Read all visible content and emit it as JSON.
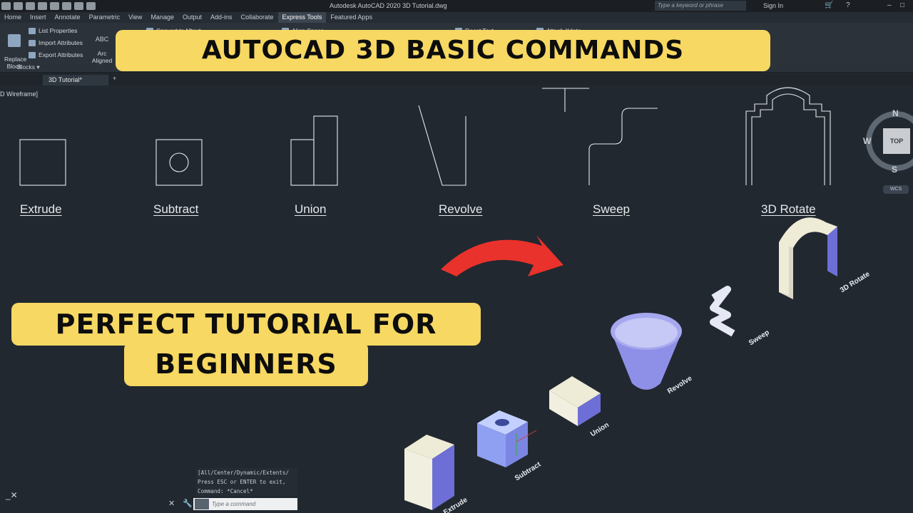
{
  "title_bar": {
    "app_title": "Autodesk AutoCAD 2020   3D Tutorial.dwg",
    "search_placeholder": "Type a keyword or phrase",
    "sign_in": "Sign In"
  },
  "ribbon_tabs": [
    "Home",
    "Insert",
    "Annotate",
    "Parametric",
    "View",
    "Manage",
    "Output",
    "Add-ins",
    "Collaborate",
    "Express Tools",
    "Featured Apps"
  ],
  "active_tab": "Express Tools",
  "ribbon": {
    "replace_block": "Replace\nBlock",
    "list_properties": "List Properties",
    "import_attributes": "Import Attributes",
    "export_attributes": "Export Attributes",
    "arc_aligned": "Arc\nAligned",
    "convert_to_mtext": "Convert to Mtext",
    "align_space": "Align Space",
    "reset_text": "Reset Text",
    "attach_xdata": "Attach Xdata",
    "blocks_group": "Blocks"
  },
  "doc_tab": {
    "name": "3D Tutorial*"
  },
  "viewport_label": "D Wireframe]",
  "commands": [
    "Extrude",
    "Subtract",
    "Union",
    "Revolve",
    "Sweep",
    "3D Rotate"
  ],
  "iso_labels": [
    "Extrude",
    "Subtract",
    "Union",
    "Revolve",
    "Sweep",
    "3D Rotate"
  ],
  "banners": {
    "top": "AUTOCAD 3D BASIC COMMANDS",
    "line1": "PERFECT TUTORIAL FOR",
    "line2": "BEGINNERS"
  },
  "viewcube": {
    "n": "N",
    "s": "S",
    "w": "W",
    "top": "TOP",
    "wcs": "WCS"
  },
  "command_line": {
    "history": [
      "[All/Center/Dynamic/Extents/",
      "Press ESC or ENTER to exit,",
      "Command: *Cancel*"
    ],
    "placeholder": "Type a command"
  },
  "colors": {
    "banner": "#f6d862",
    "arrow": "#e8322b",
    "background": "#212830",
    "solid_side": "#6d6fd6"
  }
}
